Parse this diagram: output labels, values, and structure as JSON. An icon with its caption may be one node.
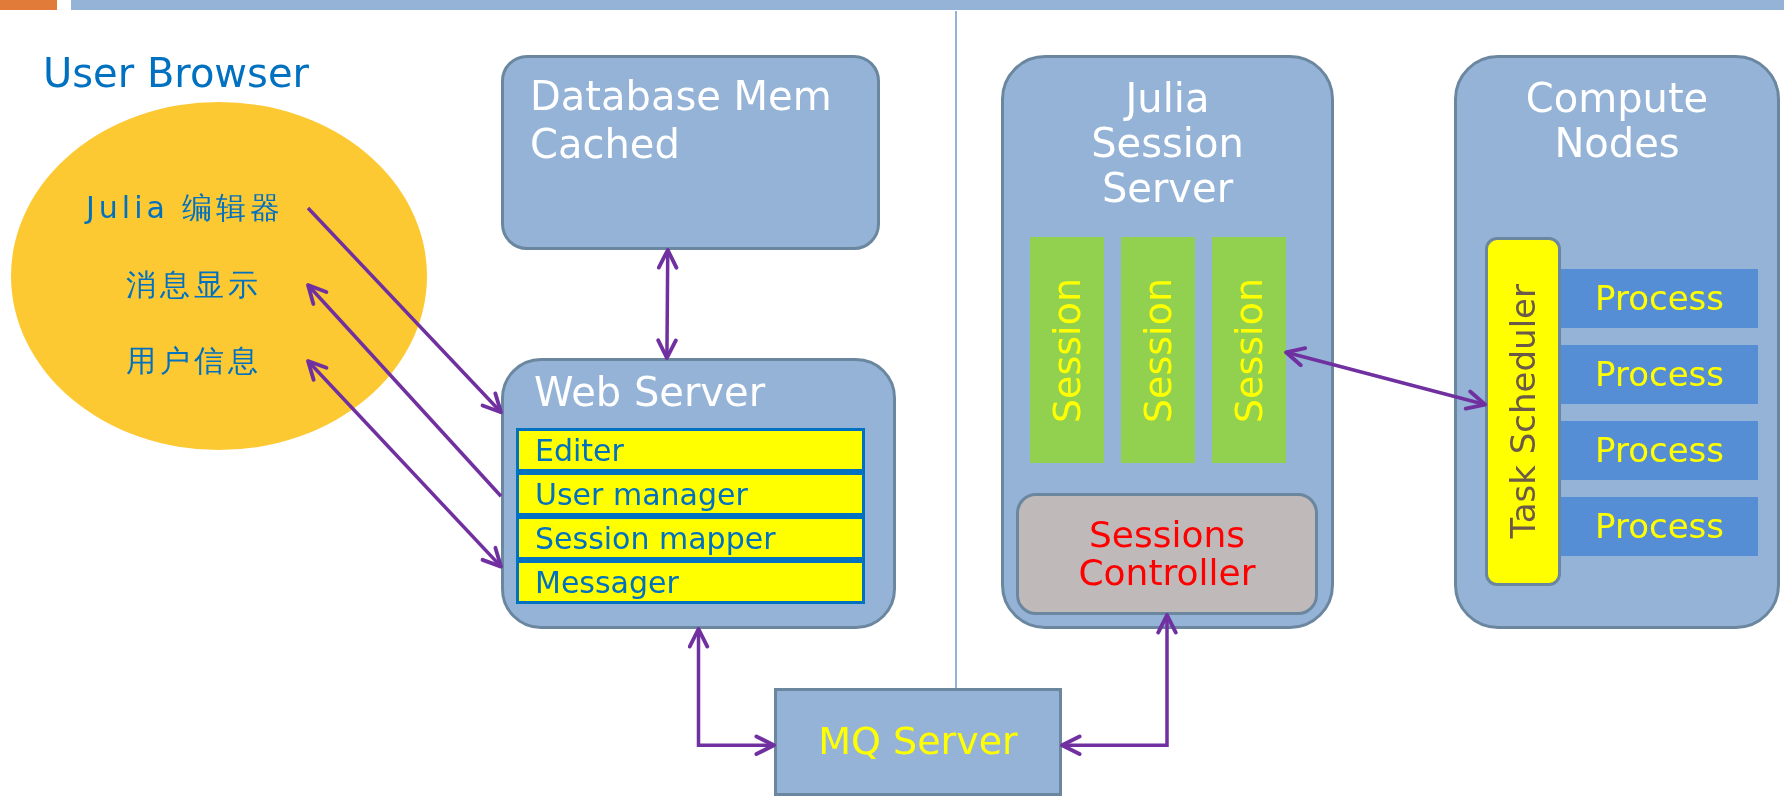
{
  "diagram": {
    "nodes": [
      {
        "text": [
          "User Browser"
        ]
      },
      {
        "text": [
          "Julia 编辑器"
        ],
        "in": 0
      },
      {
        "text": [
          "消息显示"
        ],
        "in": 0
      },
      {
        "text": [
          "用户信息"
        ],
        "in": 0
      },
      {
        "text": [
          "Database Mem Cached"
        ]
      },
      {
        "text": [
          "Web Server"
        ]
      },
      {
        "text": [
          "Editer"
        ],
        "in": 5
      },
      {
        "text": [
          "User manager"
        ],
        "in": 5
      },
      {
        "text": [
          "Session mapper"
        ],
        "in": 5
      },
      {
        "text": [
          "Messager"
        ],
        "in": 5
      },
      {
        "text": [
          "MQ Server"
        ]
      },
      {
        "text": [
          "Julia Session Server"
        ]
      },
      {
        "text": [
          "Session"
        ],
        "in": 11
      },
      {
        "text": [
          "Session"
        ],
        "in": 11
      },
      {
        "text": [
          "Session"
        ],
        "in": 11
      },
      {
        "text": [
          "Sessions Controller"
        ],
        "in": 11
      },
      {
        "text": [
          "Compute Nodes"
        ]
      },
      {
        "text": [
          "Task Scheduler"
        ],
        "in": 16
      },
      {
        "text": [
          "Process"
        ],
        "in": 16
      },
      {
        "text": [
          "Process"
        ],
        "in": 16
      },
      {
        "text": [
          "Process"
        ],
        "in": 16
      },
      {
        "text": [
          "Process"
        ],
        "in": 16
      }
    ],
    "edges": [
      {
        "from": 1,
        "to": 5,
        "arrow": "to"
      },
      {
        "from": 5,
        "to": 2,
        "arrow": "to"
      },
      {
        "from": 3,
        "to": 5,
        "arrow": "both"
      },
      {
        "from": 4,
        "to": 5,
        "arrow": "both"
      },
      {
        "from": 5,
        "to": 10,
        "arrow": "both"
      },
      {
        "from": 10,
        "to": 15,
        "arrow": "both"
      },
      {
        "from": 14,
        "to": 17,
        "arrow": "both"
      }
    ]
  }
}
